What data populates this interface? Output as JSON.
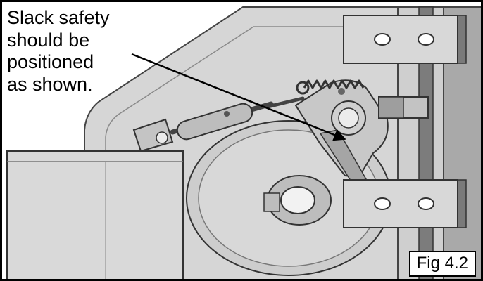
{
  "callout": {
    "lines": [
      "Slack safety",
      "should be",
      "positioned",
      "as shown."
    ]
  },
  "figure_label": "Fig 4.2"
}
